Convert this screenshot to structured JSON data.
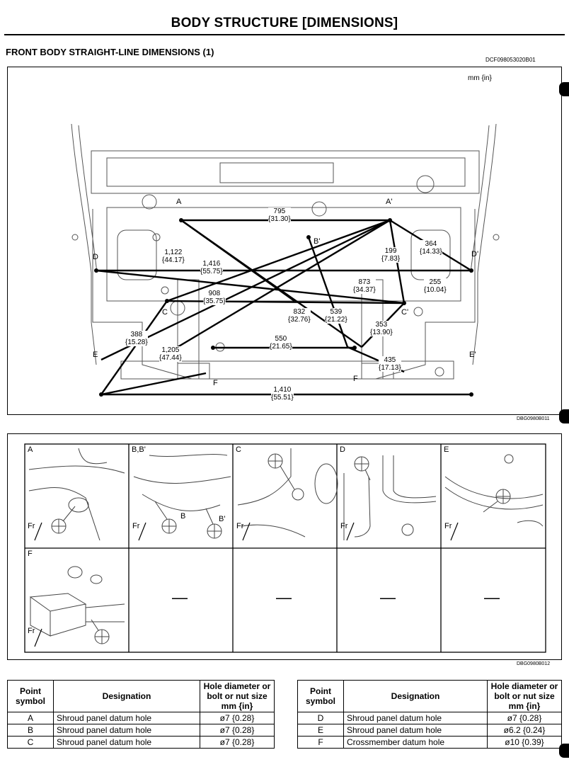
{
  "header": {
    "title": "BODY STRUCTURE [DIMENSIONS]",
    "section": "FRONT BODY STRAIGHT-LINE DIMENSIONS (1)",
    "code": "DCF098053020B01"
  },
  "figure1": {
    "units": "mm {in}",
    "code": "DBG0980B011",
    "points": [
      "A",
      "A'",
      "B'",
      "D",
      "D'",
      "C",
      "C'",
      "E",
      "E'",
      "F",
      "F"
    ],
    "dimensions": [
      {
        "mm": "795",
        "in": "{31.30}"
      },
      {
        "mm": "1,122",
        "in": "{44.17}"
      },
      {
        "mm": "1,416",
        "in": "{55.75}"
      },
      {
        "mm": "199",
        "in": "{7.83}"
      },
      {
        "mm": "364",
        "in": "{14.33}"
      },
      {
        "mm": "908",
        "in": "{35.75}"
      },
      {
        "mm": "873",
        "in": "{34.37}"
      },
      {
        "mm": "255",
        "in": "{10.04}"
      },
      {
        "mm": "832",
        "in": "{32.76}"
      },
      {
        "mm": "539",
        "in": "{21.22}"
      },
      {
        "mm": "353",
        "in": "{13.90}"
      },
      {
        "mm": "388",
        "in": "{15.28}"
      },
      {
        "mm": "1,205",
        "in": "{47.44}"
      },
      {
        "mm": "550",
        "in": "{21.65}"
      },
      {
        "mm": "435",
        "in": "{17.13}"
      },
      {
        "mm": "1,410",
        "in": "{55.51}"
      }
    ]
  },
  "figure2": {
    "code": "DBG0980B012",
    "cells": [
      {
        "label": "A",
        "fr": "Fr"
      },
      {
        "label": "B,B'",
        "fr": "Fr",
        "marks": [
          "B",
          "B'"
        ]
      },
      {
        "label": "C",
        "fr": "Fr"
      },
      {
        "label": "D",
        "fr": "Fr"
      },
      {
        "label": "E",
        "fr": "Fr"
      },
      {
        "label": "F",
        "fr": "Fr"
      },
      {
        "label": "—"
      },
      {
        "label": "—"
      },
      {
        "label": "—"
      },
      {
        "label": "—"
      }
    ]
  },
  "table": {
    "headers": [
      "Point symbol",
      "Designation",
      "Hole diameter or bolt or nut size mm {in}"
    ],
    "left_rows": [
      [
        "A",
        "Shroud panel datum hole",
        "ø7 {0.28}"
      ],
      [
        "B",
        "Shroud panel datum hole",
        "ø7 {0.28}"
      ],
      [
        "C",
        "Shroud panel datum hole",
        "ø7 {0.28}"
      ]
    ],
    "right_rows": [
      [
        "D",
        "Shroud panel datum hole",
        "ø7 {0.28}"
      ],
      [
        "E",
        "Shroud panel datum hole",
        "ø6.2 {0.24}"
      ],
      [
        "F",
        "Crossmember datum hole",
        "ø10 {0.39}"
      ]
    ]
  }
}
